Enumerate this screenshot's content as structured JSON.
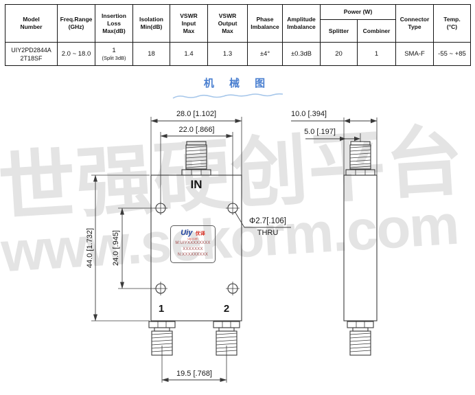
{
  "table": {
    "headers": {
      "model": "Model\nNumber",
      "freq": "Freq.Range\n(GHz)",
      "insertion": "Insertion\nLoss\nMax(dB)",
      "isolation": "Isolation\nMin(dB)",
      "vswr_in": "VSWR\nInput\nMax",
      "vswr_out": "VSWR\nOutput\nMax",
      "phase": "Phase\nImbalance",
      "amplitude": "Amplitude\nImbalance",
      "power": "Power (W)",
      "splitter": "Splitter",
      "combiner": "Combiner",
      "connector": "Connector\nType",
      "temp": "Temp.\n(°C)"
    },
    "row": {
      "model": "UIY2PD2844A\n2T18SF",
      "freq": "2.0 ~ 18.0",
      "insertion_value": "1",
      "insertion_note": "(Split 3dB)",
      "isolation": "18",
      "vswr_in": "1.4",
      "vswr_out": "1.3",
      "phase": "±4°",
      "amplitude": "±0.3dB",
      "splitter": "20",
      "combiner": "1",
      "connector": "SMA-F",
      "temp": "-55 ~ +85"
    }
  },
  "section_title": "机 械 图",
  "drawing": {
    "front": {
      "port_in": "IN",
      "port1": "1",
      "port2": "2",
      "dim_width": "28.0 [1.102]",
      "dim_hole_span": "22.0 [.866]",
      "dim_height": "44.0 [1.732]",
      "dim_hole_vspan": "24.0 [.945]",
      "dim_port_span": "19.5 [.768]",
      "hole_note_dia": "Φ2.7[.106]",
      "hole_note_thru": "THRU",
      "label": {
        "brand": "Uiy",
        "brand_cn": "优译",
        "brand_url": "uiy.com",
        "line1": "M:UIYXXXXXXXX",
        "line2": "XXXXXXX",
        "line3": "N:XXXXXXXXX"
      }
    },
    "side": {
      "dim_width": "10.0 [.394]",
      "dim_center": "5.0 [.197]"
    }
  },
  "watermark": {
    "line1": "世强硬创平台",
    "line2": "www.sekorm.com"
  },
  "colors": {
    "title_blue": "#4a7fd0",
    "wave_blue": "#a5c6ea",
    "logo_blue": "#1c3f9e",
    "logo_red": "#d42a1e",
    "label_text_red": "#a04848",
    "watermark_gray": "#e4e4e4",
    "line_dark": "#3a3a3a"
  }
}
